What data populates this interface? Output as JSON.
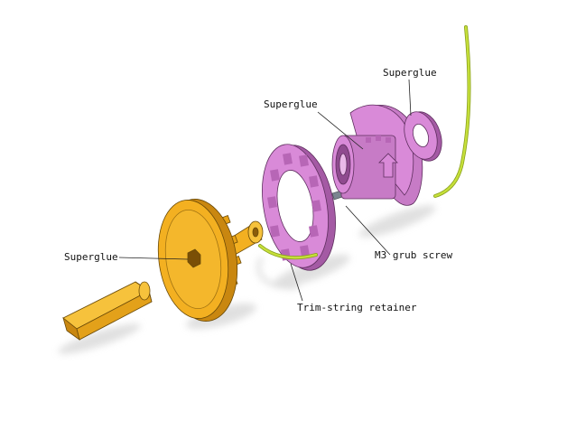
{
  "labels": {
    "superglue_top": "Superglue",
    "superglue_mid": "Superglue",
    "superglue_left": "Superglue",
    "grub_screw": "M3 grub screw",
    "trim_string": "Trim-string retainer"
  },
  "colors": {
    "background": "#ffffff",
    "pink_part": "#d98ad8",
    "pink_dark": "#a45aa4",
    "orange_part": "#f3b021",
    "orange_dark": "#c98710",
    "trim_string": "#c6e03a",
    "shadow": "#d6d6d6"
  }
}
